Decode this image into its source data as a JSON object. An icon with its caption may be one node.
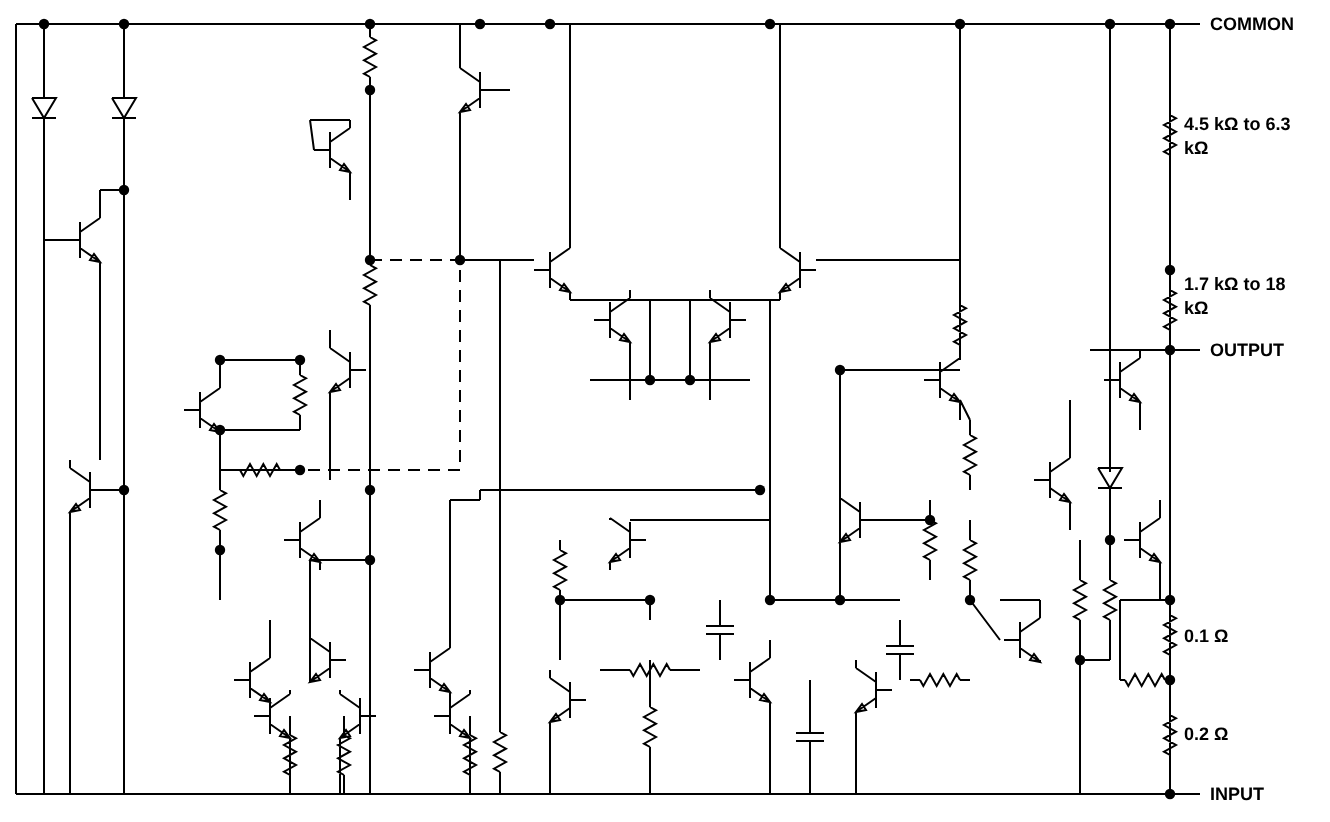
{
  "diagram": {
    "labels": [
      "COMMON",
      "4.5 kΩ to 6.3 kΩ",
      "1.7 kΩ to 18 kΩ",
      "OUTPUT",
      "0.1 Ω",
      "0.2 Ω",
      "INPUT"
    ]
  }
}
